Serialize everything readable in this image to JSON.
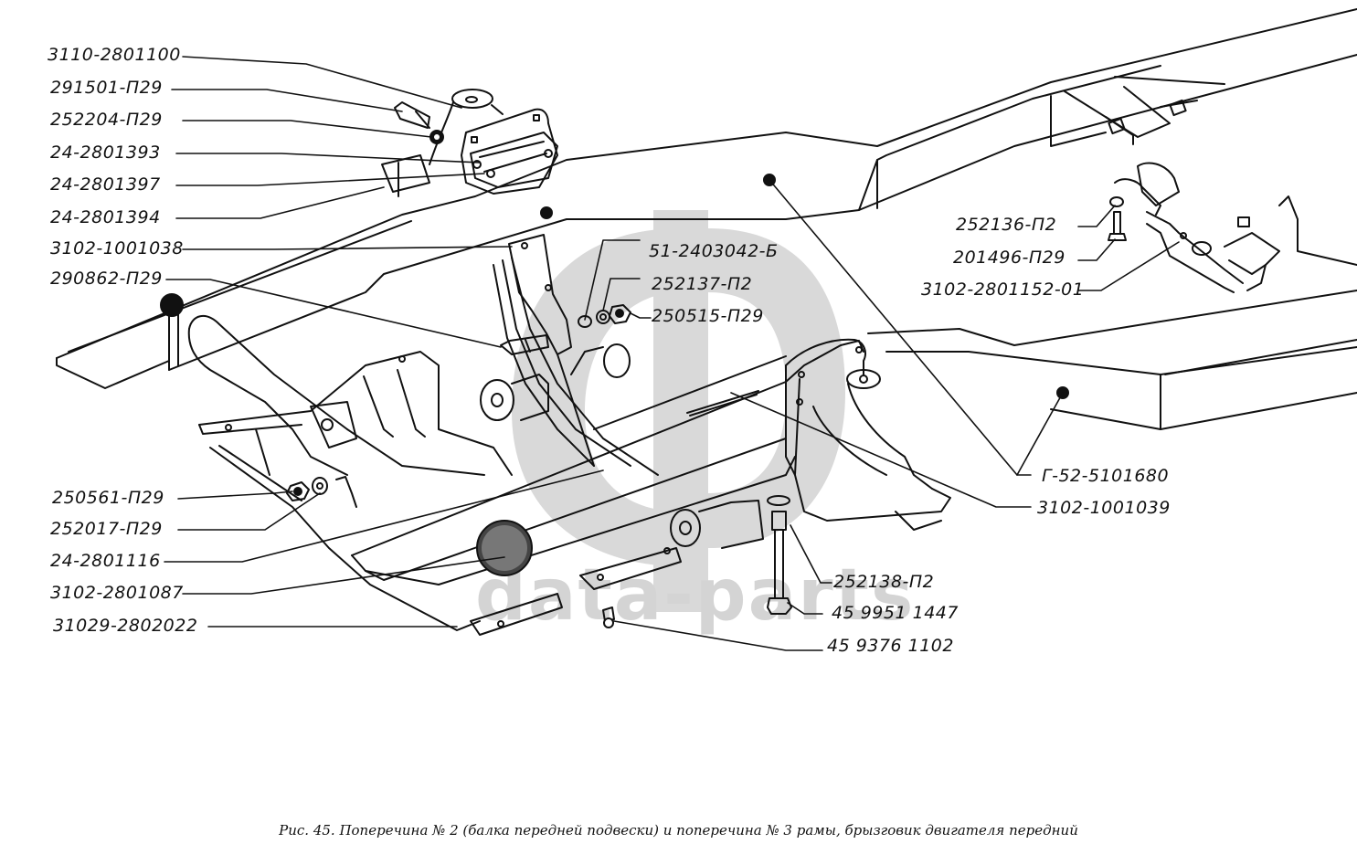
{
  "diagram": {
    "figure_caption": "Рис. 45. Поперечина № 2 (балка передней подвески) и поперечина № 3 рамы, брызговик двигателя передний",
    "watermark": {
      "text": "data-parts",
      "color": "#d4d4d4"
    },
    "callouts_left": [
      {
        "part_number": "3110-2801100",
        "target": "top-support-cup"
      },
      {
        "part_number": "291501-П29",
        "target": "top-bolt"
      },
      {
        "part_number": "252204-П29",
        "target": "top-washer"
      },
      {
        "part_number": "24-2801393",
        "target": "upper-plate"
      },
      {
        "part_number": "24-2801397",
        "target": "upper-plate-bolt"
      },
      {
        "part_number": "24-2801394",
        "target": "upper-bracket"
      },
      {
        "part_number": "3102-1001038",
        "target": "engine-mount-bracket"
      },
      {
        "part_number": "290862-П29",
        "target": "bracket-bolt"
      },
      {
        "part_number": "250561-П29",
        "target": "lower-nut"
      },
      {
        "part_number": "252017-П29",
        "target": "lower-washer"
      },
      {
        "part_number": "24-2801116",
        "target": "crossmember-beam"
      },
      {
        "part_number": "3102-2801087",
        "target": "rubber-buffer"
      },
      {
        "part_number": "31029-2802022",
        "target": "engine-splash-guard"
      }
    ],
    "callouts_center": [
      {
        "part_number": "51-2403042-Б",
        "target": "bushing"
      },
      {
        "part_number": "252137-П2",
        "target": "spring-washer"
      },
      {
        "part_number": "250515-П29",
        "target": "nut"
      }
    ],
    "callouts_right": [
      {
        "part_number": "252136-П2",
        "target": "right-washer"
      },
      {
        "part_number": "201496-П29",
        "target": "right-bolt"
      },
      {
        "part_number": "3102-2801152-01",
        "target": "crossmember-3-bracket"
      },
      {
        "part_number": "Г-52-5101680",
        "target": "frame-plugs"
      },
      {
        "part_number": "3102-1001039",
        "target": "right-engine-mount-bracket"
      },
      {
        "part_number": "252138-П2",
        "target": "long-bolt-washer"
      },
      {
        "part_number": "45 9951 1447",
        "target": "long-bolt"
      },
      {
        "part_number": "45 9376 1102",
        "target": "small-screw"
      }
    ]
  }
}
